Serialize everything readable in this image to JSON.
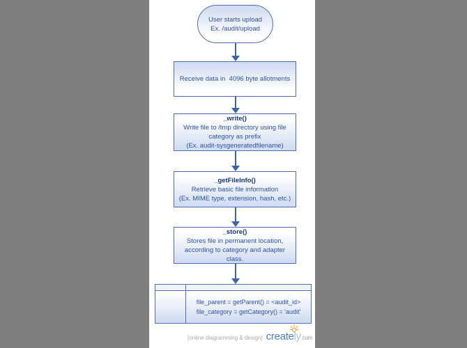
{
  "canvas": {
    "side_color": "#7f7f7f",
    "strip_color": "#ffffff"
  },
  "flowchart": {
    "terminator": {
      "text": "User starts upload\nEx. /audit/upload"
    },
    "steps": [
      {
        "title": "",
        "body": "Receive data in  4096 byte allotments"
      },
      {
        "title": "_write()",
        "body": "Write file to /tmp directory using file\ncategory as prefix\n(Ex. audit-sysgeneratedfilename)"
      },
      {
        "title": "_getFileInfo()",
        "body": "Retrieve basic file information\n(Ex. MIME type, extension, hash, etc.)"
      },
      {
        "title": "_store()",
        "body": "Stores file in permanent location,\naccording to category and adapter\nclass."
      }
    ],
    "table": {
      "body": "file_parent = getParent() = <audit_id>\nfile_category = getCategory() = 'audit'"
    }
  },
  "watermark": {
    "tagline": "[online diagramming & design]",
    "brand_main": "create",
    "brand_tail": "ly",
    "brand_suffix": ".com"
  },
  "colors": {
    "shape_border": "#4c70b5",
    "shape_fill_blue": "#cfdbf1",
    "body_text": "#2c52a8",
    "heading_text": "#17377f",
    "arrow": "#3b64b0",
    "brand_blue": "#4a7fc4",
    "brand_light_blue": "#a3c3e4",
    "bulb_orange": "#f2a63b"
  }
}
